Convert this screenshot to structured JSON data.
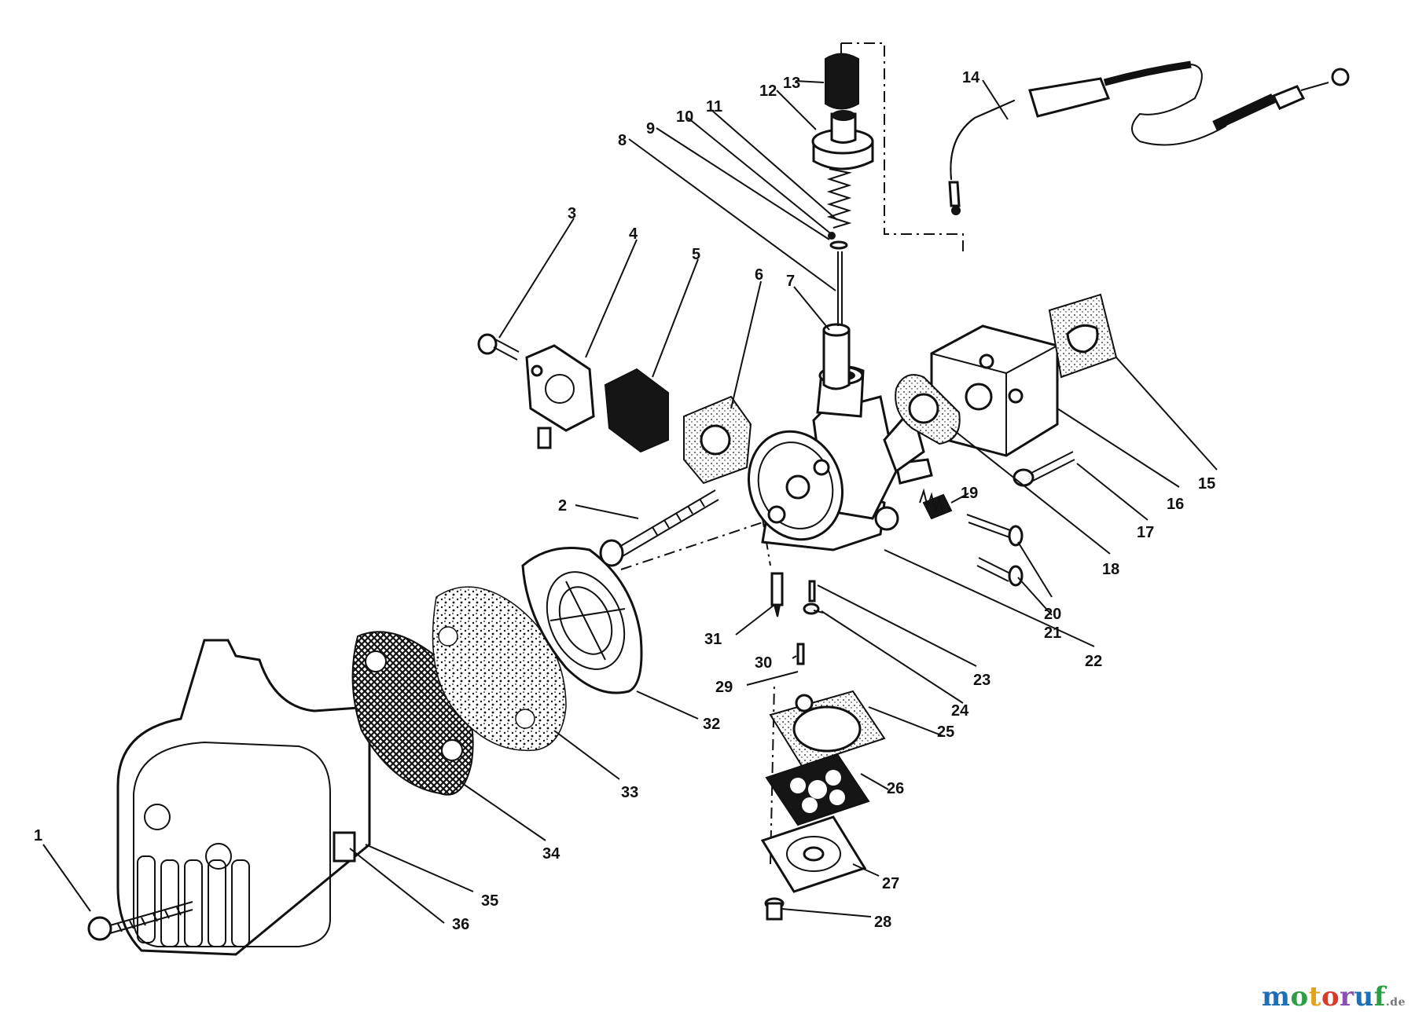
{
  "diagram": {
    "labels": [
      "1",
      "2",
      "3",
      "4",
      "5",
      "6",
      "7",
      "8",
      "9",
      "10",
      "11",
      "12",
      "13",
      "14",
      "15",
      "16",
      "17",
      "18",
      "19",
      "20",
      "21",
      "22",
      "23",
      "24",
      "25",
      "26",
      "27",
      "28",
      "29",
      "30",
      "31",
      "32",
      "33",
      "34",
      "35",
      "36"
    ]
  },
  "watermark": {
    "letters": [
      "m",
      "o",
      "t",
      "o",
      "r",
      "u",
      "f"
    ],
    "letter_colors": [
      "#1f6fb4",
      "#2e9e44",
      "#e2a21b",
      "#d93b2b",
      "#8a4fb5",
      "#1f6fb4",
      "#2e9e44"
    ],
    "suffix": ".de"
  }
}
